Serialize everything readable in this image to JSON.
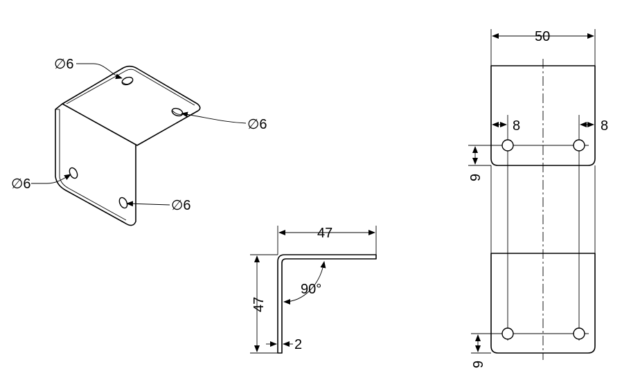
{
  "iso_view": {
    "callouts": [
      {
        "label": "∅6"
      },
      {
        "label": "∅6"
      },
      {
        "label": "∅6"
      },
      {
        "label": "∅6"
      }
    ]
  },
  "side_view": {
    "width_label": "47",
    "height_label": "47",
    "angle_label": "90°",
    "thickness_label": "2"
  },
  "flat_view": {
    "width_label": "50",
    "left_offset_label": "8",
    "right_offset_label": "8",
    "top_hole_offset_label": "9",
    "bottom_hole_offset_label": "9"
  }
}
